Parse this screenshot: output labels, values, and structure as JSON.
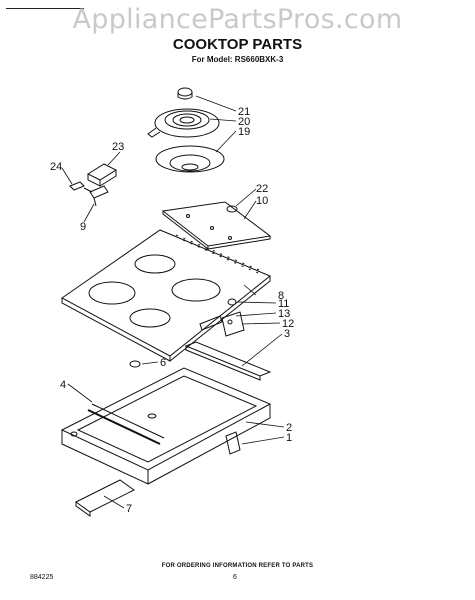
{
  "watermark": "AppliancePartsPros.com",
  "title": "COOKTOP PARTS",
  "model": "For Model: RS660BXK-3",
  "footer": "FOR ORDERING INFORMATION REFER TO PARTS",
  "doc_number": "884225",
  "page_number": "6",
  "callouts": [
    "21",
    "20",
    "19",
    "23",
    "24",
    "9",
    "22",
    "10",
    "8",
    "11",
    "13",
    "12",
    "3",
    "6",
    "4",
    "2",
    "1",
    "7"
  ]
}
